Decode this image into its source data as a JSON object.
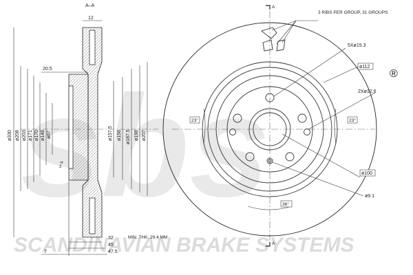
{
  "section_label": "A–A",
  "section_mark_top": "A",
  "section_mark_bottom": "A",
  "registered_mark": "®",
  "watermark": {
    "logo_text": "sbs",
    "tagline": "SCANDINAVIAN BRAKE SYSTEMS"
  },
  "side_view": {
    "top_width": "12",
    "hat_offset": "20.5",
    "vertical_dims": [
      "ø330",
      "ø208",
      "ø203",
      "ø171",
      "ø170",
      "ø148",
      "ø67"
    ],
    "right_dims": [
      "ø157.5",
      "ø158",
      "ø187.5",
      "ø198",
      "ø207"
    ],
    "small_dims": [
      "4",
      "3"
    ],
    "bottom_dims": [
      "32",
      "45",
      "47.5",
      "7"
    ],
    "min_thickness": "MIN. THK. 29.4 MM"
  },
  "front_view": {
    "ribs_note": "3 RIBS PER GROUP, 31 GROUPS",
    "bolt_holes": "5Xø15.3",
    "pcd": "ø112",
    "small_holes": "2Xø12.6",
    "angle_left": "23°",
    "angle_right": "23°",
    "center_bore": "ø100",
    "hub_hole": "ø9.1",
    "angle_bottom": "36°"
  }
}
